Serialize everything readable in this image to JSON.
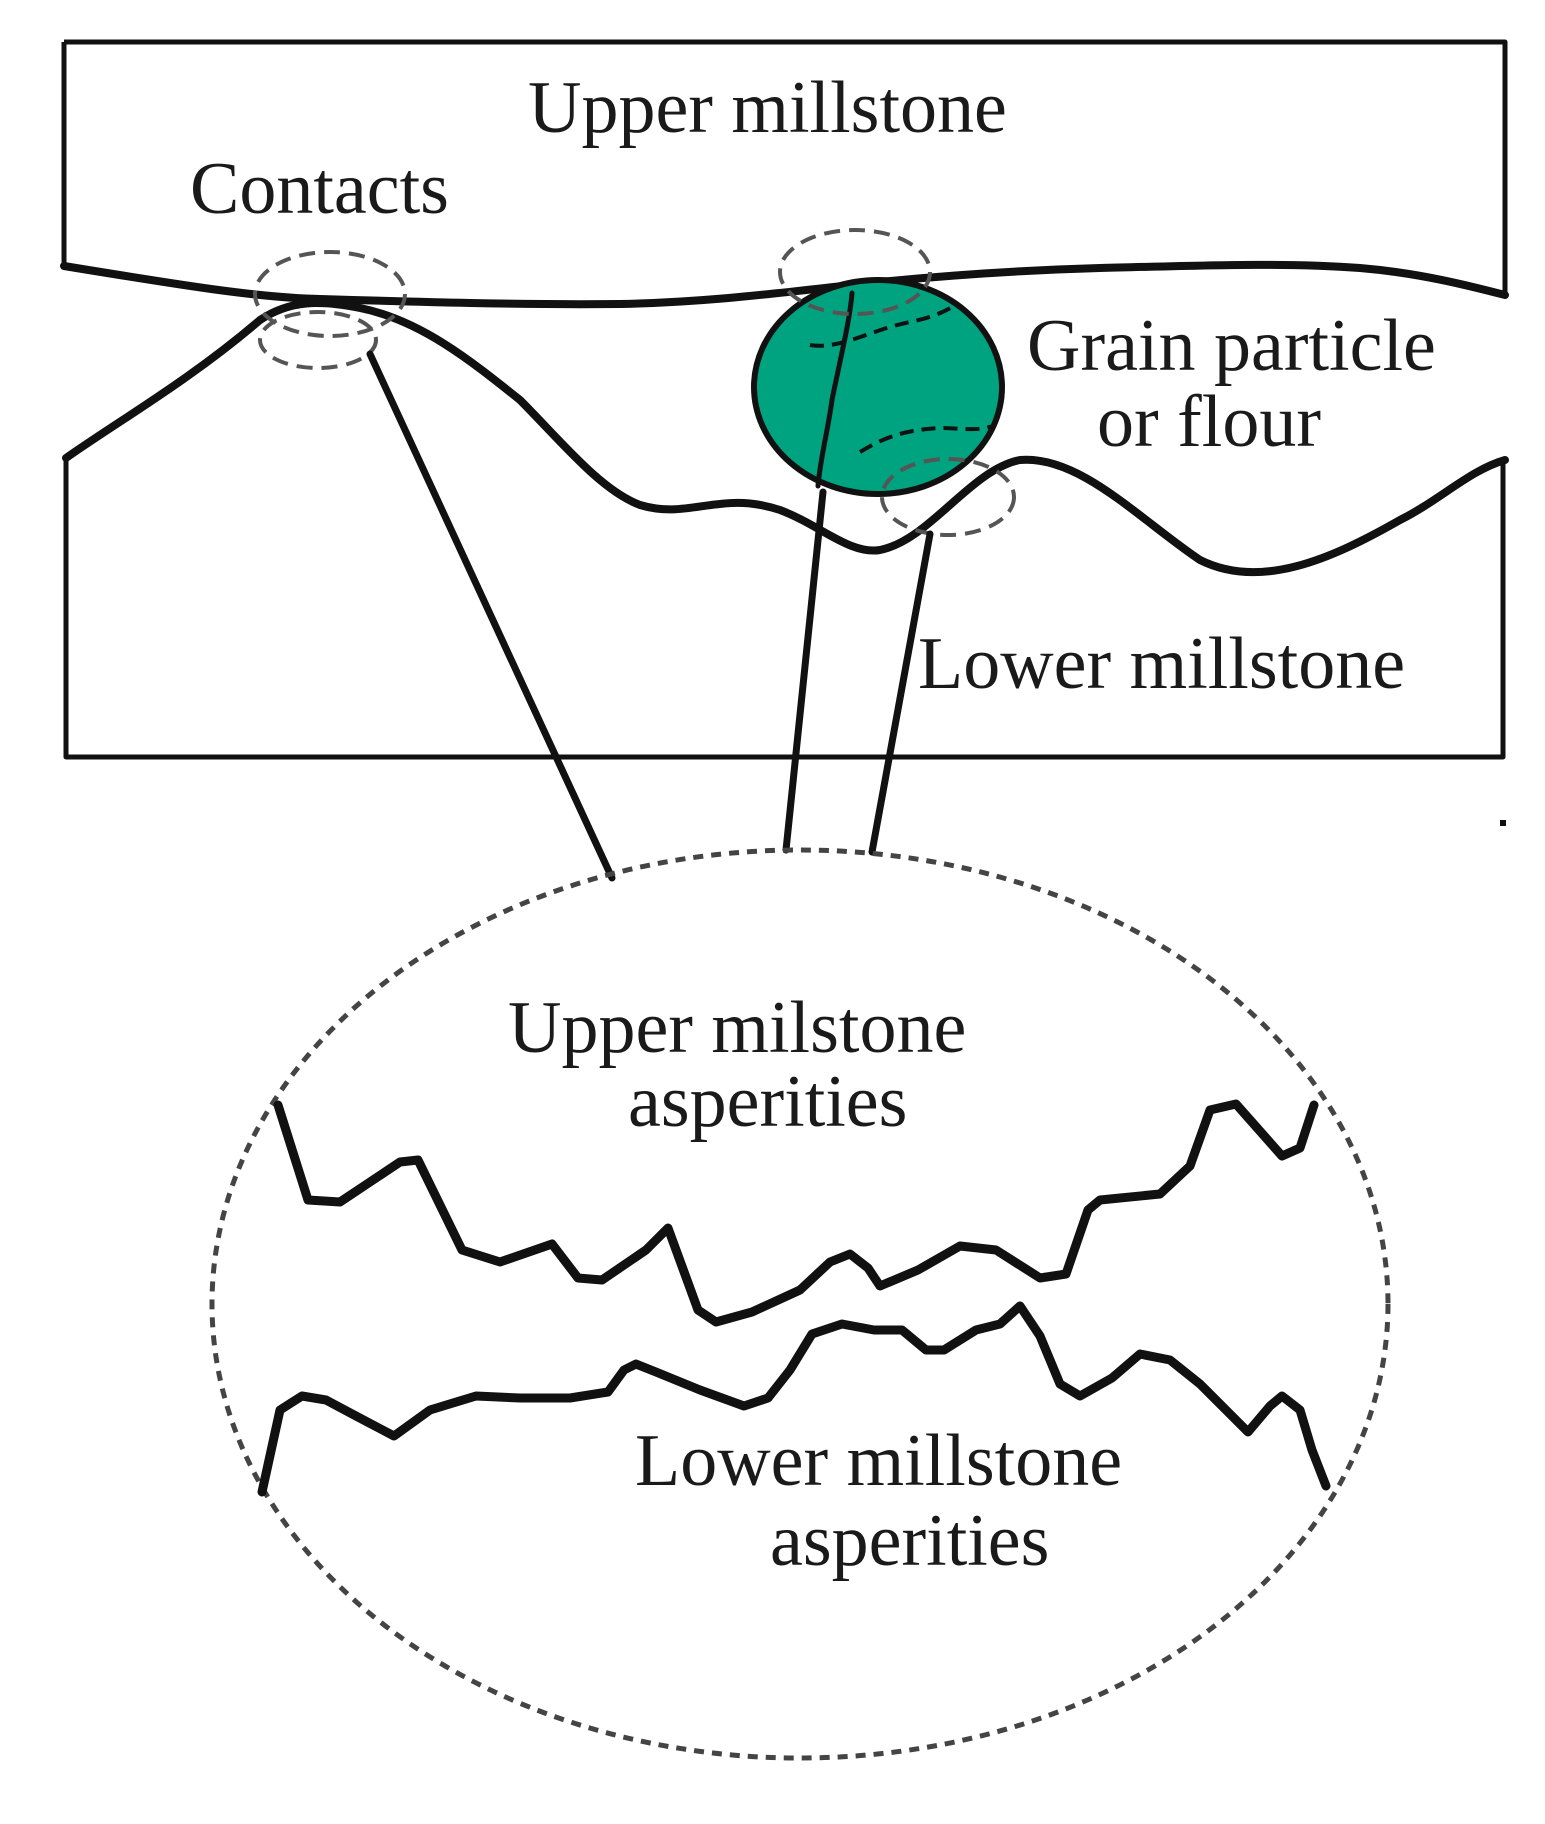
{
  "labels": {
    "upper_millstone": "Upper millstone",
    "contacts": "Contacts",
    "grain_line1": "Grain particle",
    "grain_line2": "or flour",
    "lower_millstone": "Lower millstone",
    "upper_asperities_line1": "Upper milstone",
    "upper_asperities_line2": "asperities",
    "lower_asperities_line1": "Lower millstone",
    "lower_asperities_line2": "asperities"
  },
  "colors": {
    "grain_fill": "#00a37f",
    "line": "#111111",
    "text": "#1a1a1a"
  }
}
